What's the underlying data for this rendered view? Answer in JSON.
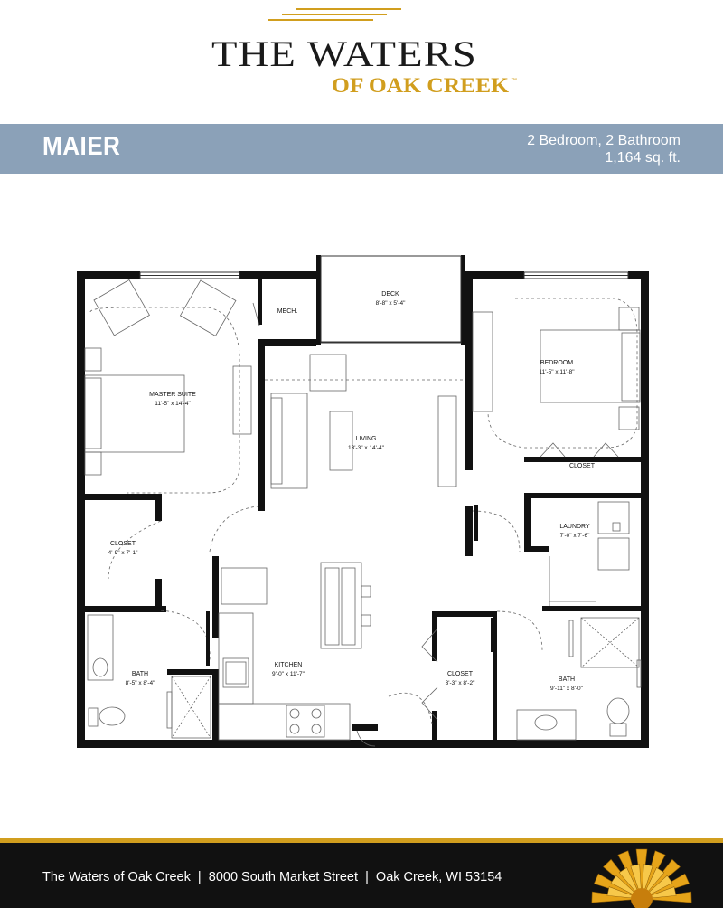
{
  "brand": {
    "logo_line1": "THE WATERS",
    "logo_line2": "OF OAK CREEK",
    "logo_mark": "™",
    "brand_gold": "#d19e1e",
    "brand_dark": "#1a1a1a"
  },
  "header": {
    "plan_name": "MAIER",
    "layout": "2 Bedroom, 2 Bathroom",
    "area": "1,164 sq. ft.",
    "band_color": "#8ba1b8"
  },
  "rooms": {
    "deck": {
      "name": "DECK",
      "dims": "8'-8\" x 5'-4\""
    },
    "mech": {
      "name": "MECH."
    },
    "master_suite": {
      "name": "MASTER SUITE",
      "dims": "11'-5\" x 14'-4\""
    },
    "living": {
      "name": "LIVING",
      "dims": "13'-3\" x 14'-4\""
    },
    "bedroom": {
      "name": "BEDROOM",
      "dims": "11'-5\" x 11'-8\""
    },
    "closet_bedroom": {
      "name": "CLOSET"
    },
    "closet_master": {
      "name": "CLOSET",
      "dims": "4'-9\" x 7'-1\""
    },
    "laundry": {
      "name": "LAUNDRY",
      "dims": "7'-0\" x 7'-6\""
    },
    "bath_master": {
      "name": "BATH",
      "dims": "8'-5\" x 8'-4\""
    },
    "kitchen": {
      "name": "KITCHEN",
      "dims": "9'-0\" x 11'-7\""
    },
    "closet_entry": {
      "name": "CLOSET",
      "dims": "3'-3\" x 8'-2\""
    },
    "bath_second": {
      "name": "BATH",
      "dims": "9'-11\" x 8'-0\""
    }
  },
  "footer": {
    "name": "The Waters of Oak Creek",
    "address": "8000 South Market Street",
    "city": "Oak Creek, WI 53154",
    "separator": "|"
  }
}
